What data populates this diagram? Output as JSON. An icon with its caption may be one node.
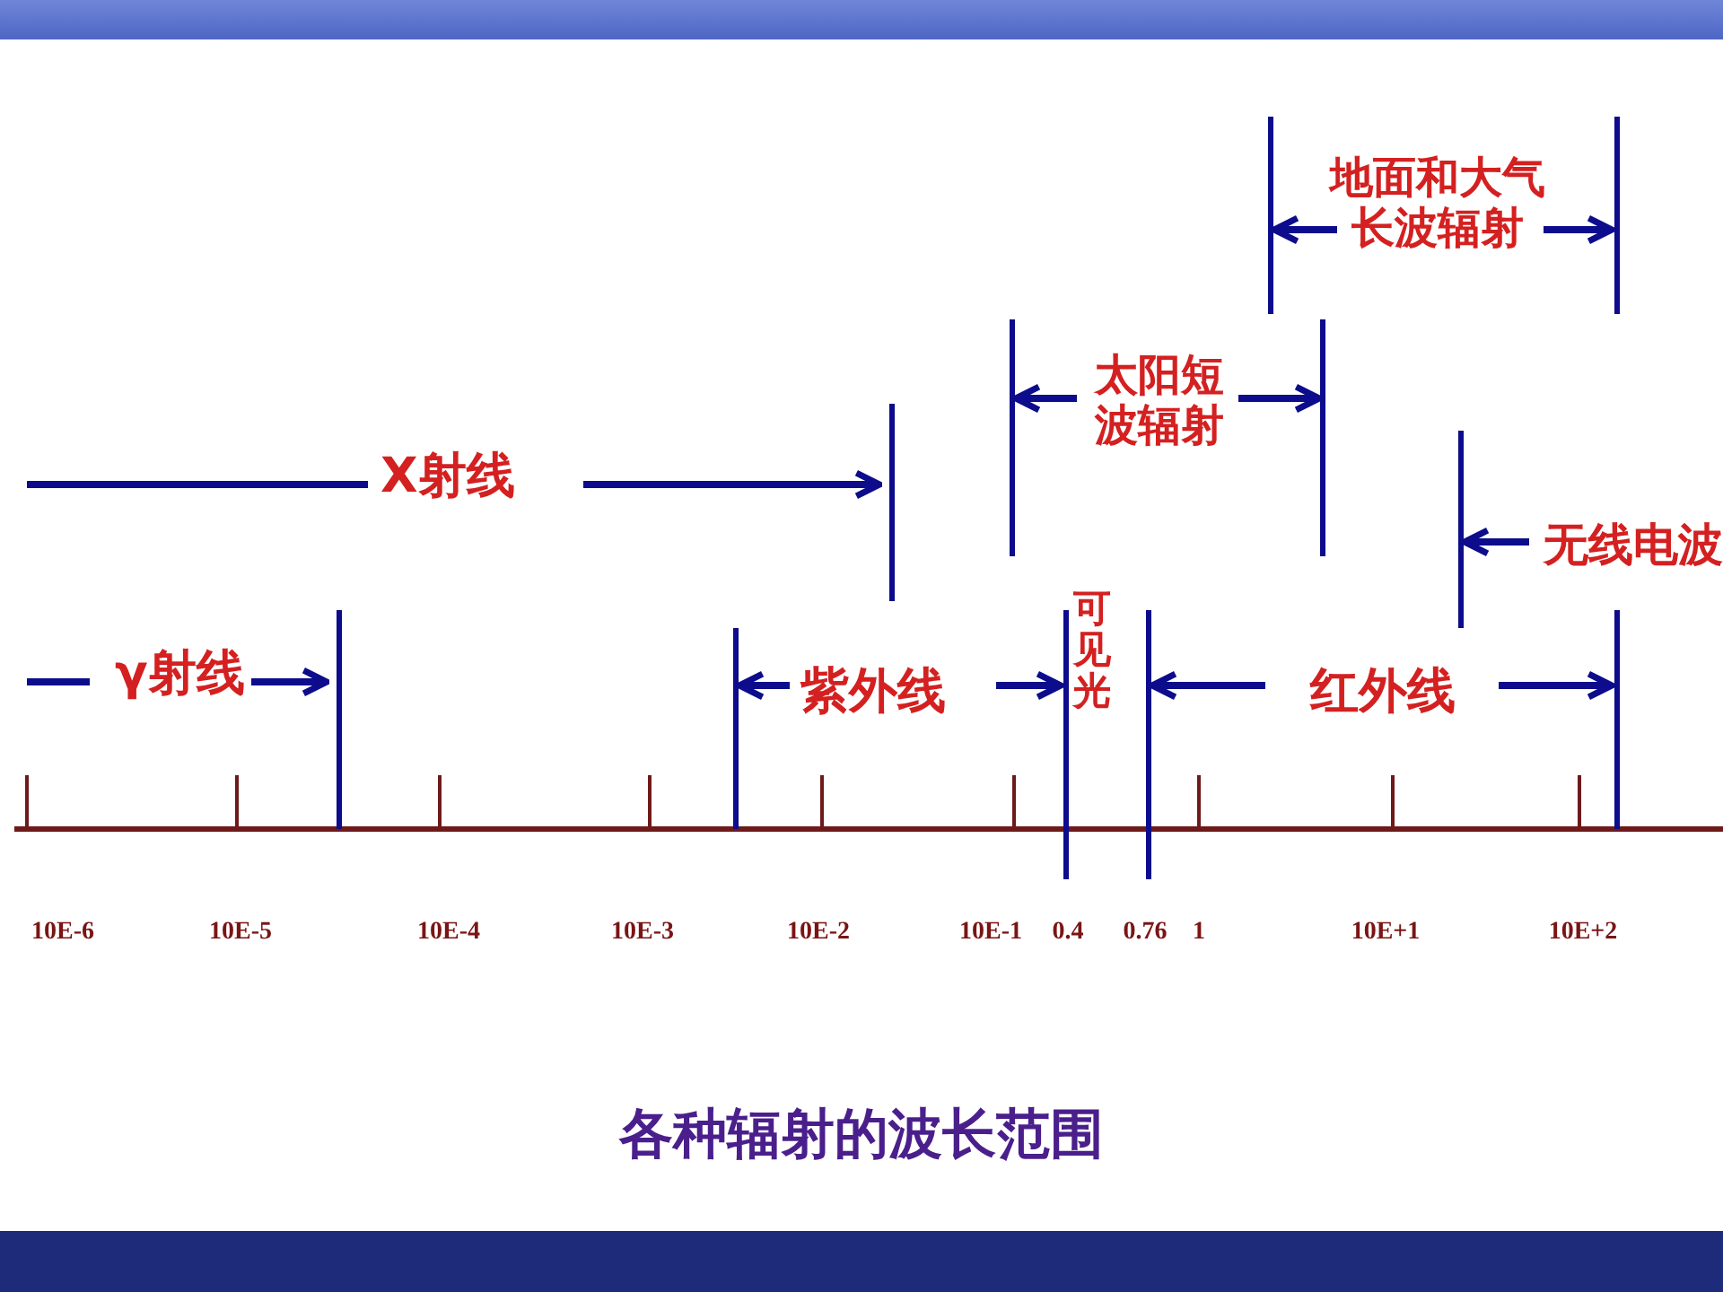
{
  "diagram": {
    "caption": "各种辐射的波长范围",
    "labels": [
      "地面和大气长波辐射",
      "太阳短波辐射",
      "X射线",
      "无线电波",
      "可见光",
      "γ射线",
      "紫外线",
      "红外线",
      "10E-6",
      "10E-5",
      "10E-4",
      "10E-3",
      "10E-2",
      "10E-1",
      "0.4",
      "0.76",
      "1",
      "10E+1",
      "10E+2"
    ]
  }
}
